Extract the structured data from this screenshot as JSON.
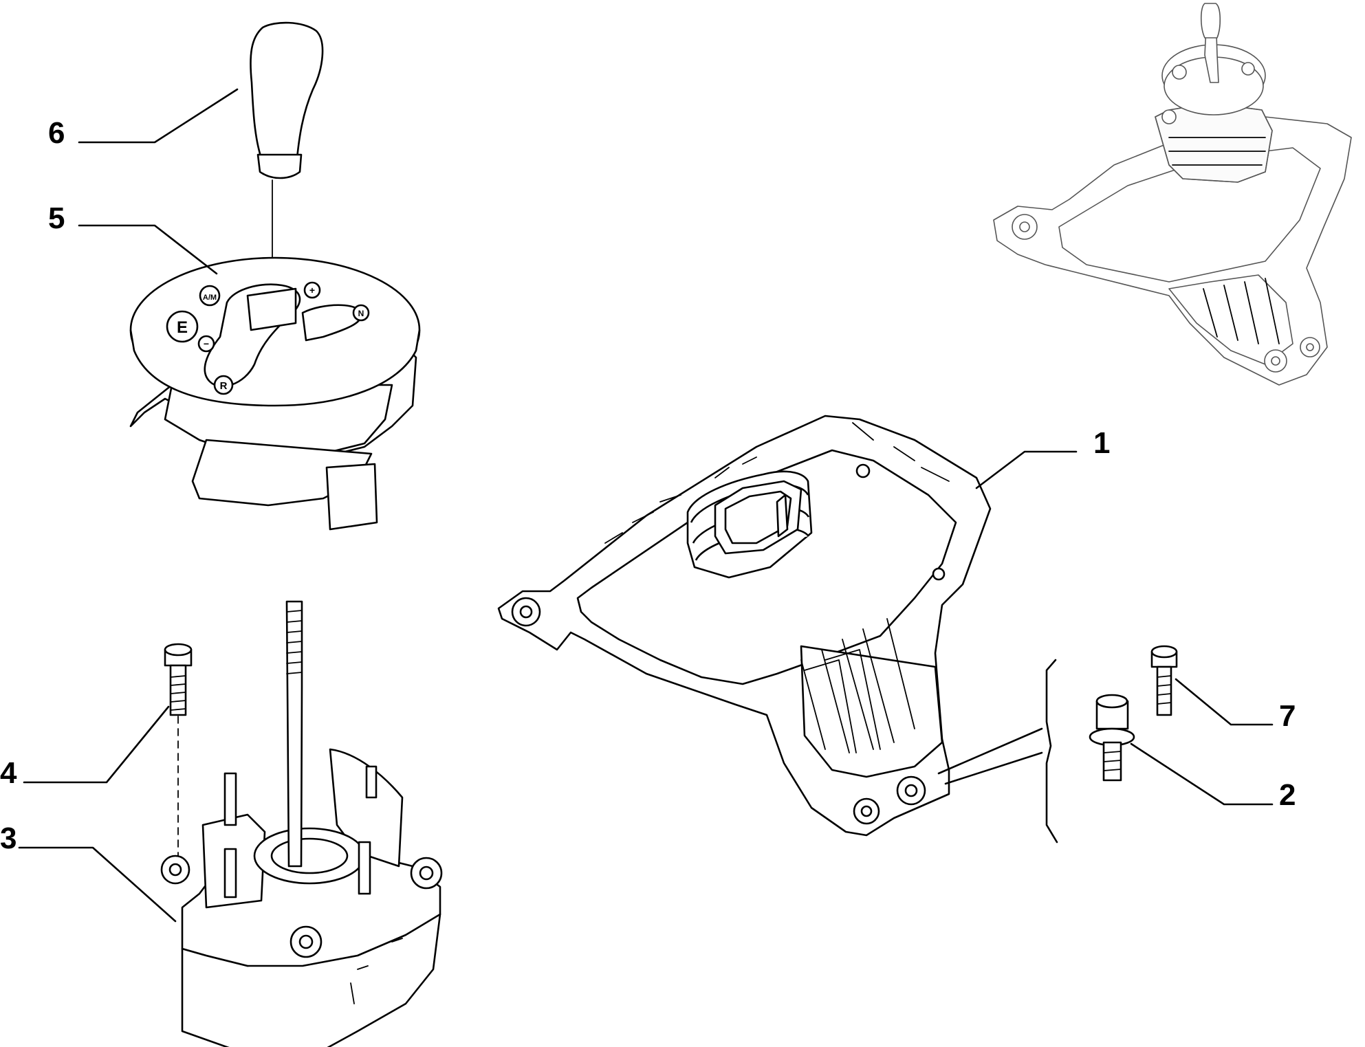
{
  "callouts": [
    {
      "id": "1",
      "label": "1"
    },
    {
      "id": "2",
      "label": "2"
    },
    {
      "id": "3",
      "label": "3"
    },
    {
      "id": "4",
      "label": "4"
    },
    {
      "id": "5",
      "label": "5"
    },
    {
      "id": "6",
      "label": "6"
    },
    {
      "id": "7",
      "label": "7"
    }
  ],
  "selector_markings": {
    "e": "E",
    "am": "A/M",
    "plus": "+",
    "minus": "−",
    "n": "N",
    "r": "R"
  }
}
